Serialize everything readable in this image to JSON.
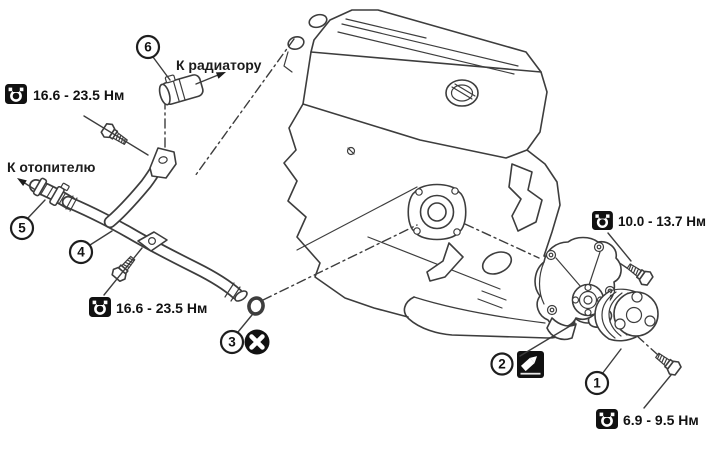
{
  "diagram": {
    "background": "#ffffff",
    "line_color": "#3d3d3d",
    "text_color": "#121212",
    "direction_labels": {
      "to_radiator": "К радиатору",
      "to_heater": "К отопителю"
    },
    "torque_labels": {
      "upper_pipe_bolt": "16.6 - 23.5 Нм",
      "lower_pipe_bolt": "16.6 - 23.5 Нм",
      "water_pump_bolt": "10.0 - 13.7 Нм",
      "pulley_bolt": "6.9 - 9.5 Нм"
    },
    "callout_numbers": {
      "c1": "1",
      "c2": "2",
      "c3": "3",
      "c4": "4",
      "c5": "5",
      "c6": "6"
    },
    "icons": {
      "torque_wrench": "black rounded square with white torque-wrench glyph",
      "do_not_reuse": "black circle with white X",
      "apply_sealant": "black rounded square with white sealant applicator"
    }
  }
}
